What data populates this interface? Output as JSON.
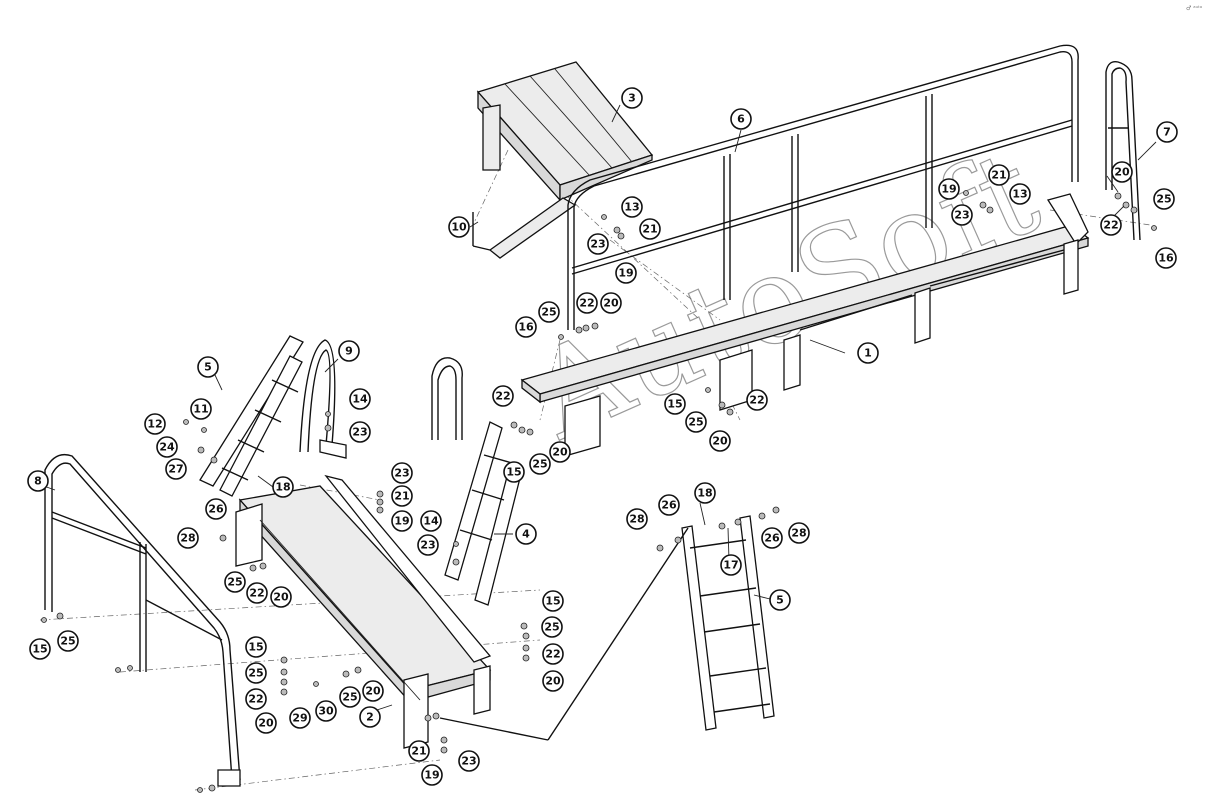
{
  "watermark": "AutoSoft",
  "corner_mark": "♂ ᵃᵘᵗᵒ",
  "callouts": [
    {
      "id": "c3",
      "label": "3"
    },
    {
      "id": "c10",
      "label": "10"
    },
    {
      "id": "c6",
      "label": "6"
    },
    {
      "id": "c7",
      "label": "7"
    },
    {
      "id": "c13a",
      "label": "13"
    },
    {
      "id": "c21a",
      "label": "21"
    },
    {
      "id": "c23a",
      "label": "23"
    },
    {
      "id": "c19a",
      "label": "19"
    },
    {
      "id": "c19b",
      "label": "19"
    },
    {
      "id": "c21b",
      "label": "21"
    },
    {
      "id": "c23b",
      "label": "23"
    },
    {
      "id": "c13b",
      "label": "13"
    },
    {
      "id": "c20a",
      "label": "20"
    },
    {
      "id": "c25a",
      "label": "25"
    },
    {
      "id": "c22a",
      "label": "22"
    },
    {
      "id": "c16a",
      "label": "16"
    },
    {
      "id": "c25b",
      "label": "25"
    },
    {
      "id": "c22b",
      "label": "22"
    },
    {
      "id": "c20b",
      "label": "20"
    },
    {
      "id": "c16b",
      "label": "16"
    },
    {
      "id": "c1",
      "label": "1"
    },
    {
      "id": "c5a",
      "label": "5"
    },
    {
      "id": "c9",
      "label": "9"
    },
    {
      "id": "c11",
      "label": "11"
    },
    {
      "id": "c12",
      "label": "12"
    },
    {
      "id": "c24",
      "label": "24"
    },
    {
      "id": "c27",
      "label": "27"
    },
    {
      "id": "c14a",
      "label": "14"
    },
    {
      "id": "c23c",
      "label": "23"
    },
    {
      "id": "c22c",
      "label": "22"
    },
    {
      "id": "c25c",
      "label": "25"
    },
    {
      "id": "c20c",
      "label": "20"
    },
    {
      "id": "c15a",
      "label": "15"
    },
    {
      "id": "c25d",
      "label": "25"
    },
    {
      "id": "c22d",
      "label": "22"
    },
    {
      "id": "c20d",
      "label": "20"
    },
    {
      "id": "c8",
      "label": "8"
    },
    {
      "id": "c18a",
      "label": "18"
    },
    {
      "id": "c23d",
      "label": "23"
    },
    {
      "id": "c21c",
      "label": "21"
    },
    {
      "id": "c19c",
      "label": "19"
    },
    {
      "id": "c15b",
      "label": "15"
    },
    {
      "id": "c26a",
      "label": "26"
    },
    {
      "id": "c28a",
      "label": "28"
    },
    {
      "id": "c4",
      "label": "4"
    },
    {
      "id": "c14b",
      "label": "14"
    },
    {
      "id": "c23e",
      "label": "23"
    },
    {
      "id": "c25e",
      "label": "25"
    },
    {
      "id": "c22e",
      "label": "22"
    },
    {
      "id": "c20e",
      "label": "20"
    },
    {
      "id": "c15c",
      "label": "15"
    },
    {
      "id": "c25f",
      "label": "25"
    },
    {
      "id": "c15d",
      "label": "15"
    },
    {
      "id": "c25g",
      "label": "25"
    },
    {
      "id": "c22f",
      "label": "22"
    },
    {
      "id": "c20f",
      "label": "20"
    },
    {
      "id": "c29",
      "label": "29"
    },
    {
      "id": "c30",
      "label": "30"
    },
    {
      "id": "c25h",
      "label": "25"
    },
    {
      "id": "c20g",
      "label": "20"
    },
    {
      "id": "c2",
      "label": "2"
    },
    {
      "id": "c21d",
      "label": "21"
    },
    {
      "id": "c19d",
      "label": "19"
    },
    {
      "id": "c23f",
      "label": "23"
    },
    {
      "id": "c15e",
      "label": "15"
    },
    {
      "id": "c25i",
      "label": "25"
    },
    {
      "id": "c22g",
      "label": "22"
    },
    {
      "id": "c20h",
      "label": "20"
    },
    {
      "id": "c28b",
      "label": "28"
    },
    {
      "id": "c26b",
      "label": "26"
    },
    {
      "id": "c18b",
      "label": "18"
    },
    {
      "id": "c26c",
      "label": "26"
    },
    {
      "id": "c28c",
      "label": "28"
    },
    {
      "id": "c17",
      "label": "17"
    },
    {
      "id": "c5b",
      "label": "5"
    }
  ]
}
